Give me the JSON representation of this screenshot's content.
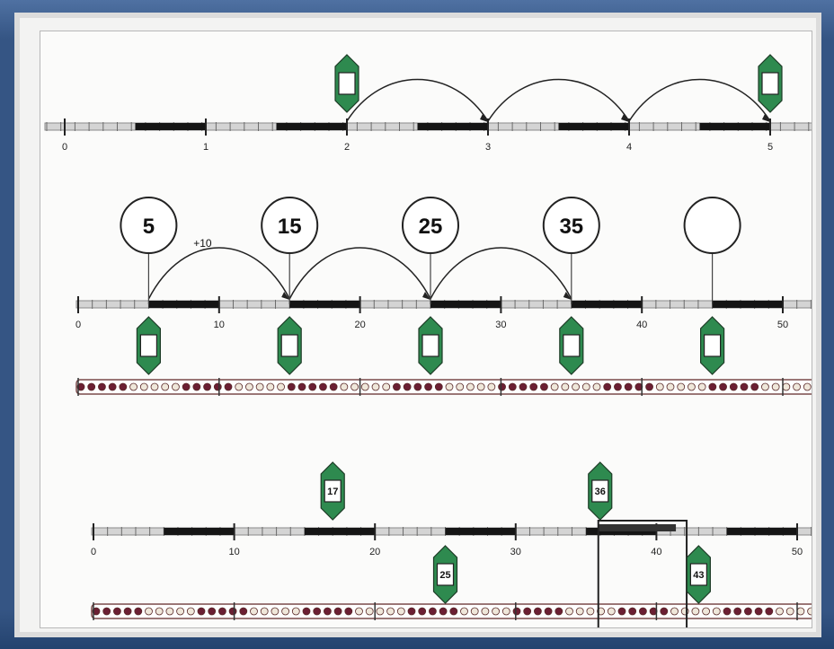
{
  "number_lines": [
    {
      "id": "line-0-5",
      "min": 0,
      "max": 5,
      "labels": [
        "0",
        "1",
        "2",
        "3",
        "4",
        "5"
      ],
      "markers": [
        {
          "value": 2,
          "label": ""
        },
        {
          "value": 5,
          "label": ""
        }
      ],
      "jumps": [
        {
          "from": 2,
          "to": 3
        },
        {
          "from": 3,
          "to": 4
        },
        {
          "from": 4,
          "to": 5
        }
      ],
      "bubbles": [],
      "bead_string": false
    },
    {
      "id": "line-0-50",
      "min": 0,
      "max": 50,
      "labels": [
        "0",
        "10",
        "20",
        "30",
        "40",
        "50"
      ],
      "markers": [
        {
          "value": 5,
          "label": ""
        },
        {
          "value": 15,
          "label": ""
        },
        {
          "value": 25,
          "label": ""
        },
        {
          "value": 35,
          "label": ""
        },
        {
          "value": 45,
          "label": ""
        }
      ],
      "jumps": [
        {
          "from": 5,
          "to": 15
        },
        {
          "from": 15,
          "to": 25
        },
        {
          "from": 25,
          "to": 35
        }
      ],
      "jump_label": "+10",
      "bubbles": [
        {
          "value": 5,
          "text": "5"
        },
        {
          "value": 15,
          "text": "15"
        },
        {
          "value": 25,
          "text": "25"
        },
        {
          "value": 35,
          "text": "35"
        },
        {
          "value": 45,
          "text": ""
        }
      ],
      "bead_string": true
    },
    {
      "id": "line-0-50-b",
      "min": 0,
      "max": 50,
      "labels": [
        "0",
        "10",
        "20",
        "30",
        "40",
        "50"
      ],
      "markers": [
        {
          "value": 17,
          "label": "17",
          "side": "above"
        },
        {
          "value": 36,
          "label": "36",
          "side": "above"
        },
        {
          "value": 25,
          "label": "25",
          "side": "below"
        },
        {
          "value": 43,
          "label": "43",
          "side": "below"
        }
      ],
      "jumps": [],
      "bubbles": [],
      "bead_string": true,
      "highlight": {
        "from": 36,
        "to": 41
      }
    }
  ],
  "colors": {
    "marker_fill": "#2e8a4f",
    "bead_dark": "#6b1f33",
    "bead_light": "#efe7da",
    "thick_segment": "#151515",
    "axis": "#888888"
  }
}
